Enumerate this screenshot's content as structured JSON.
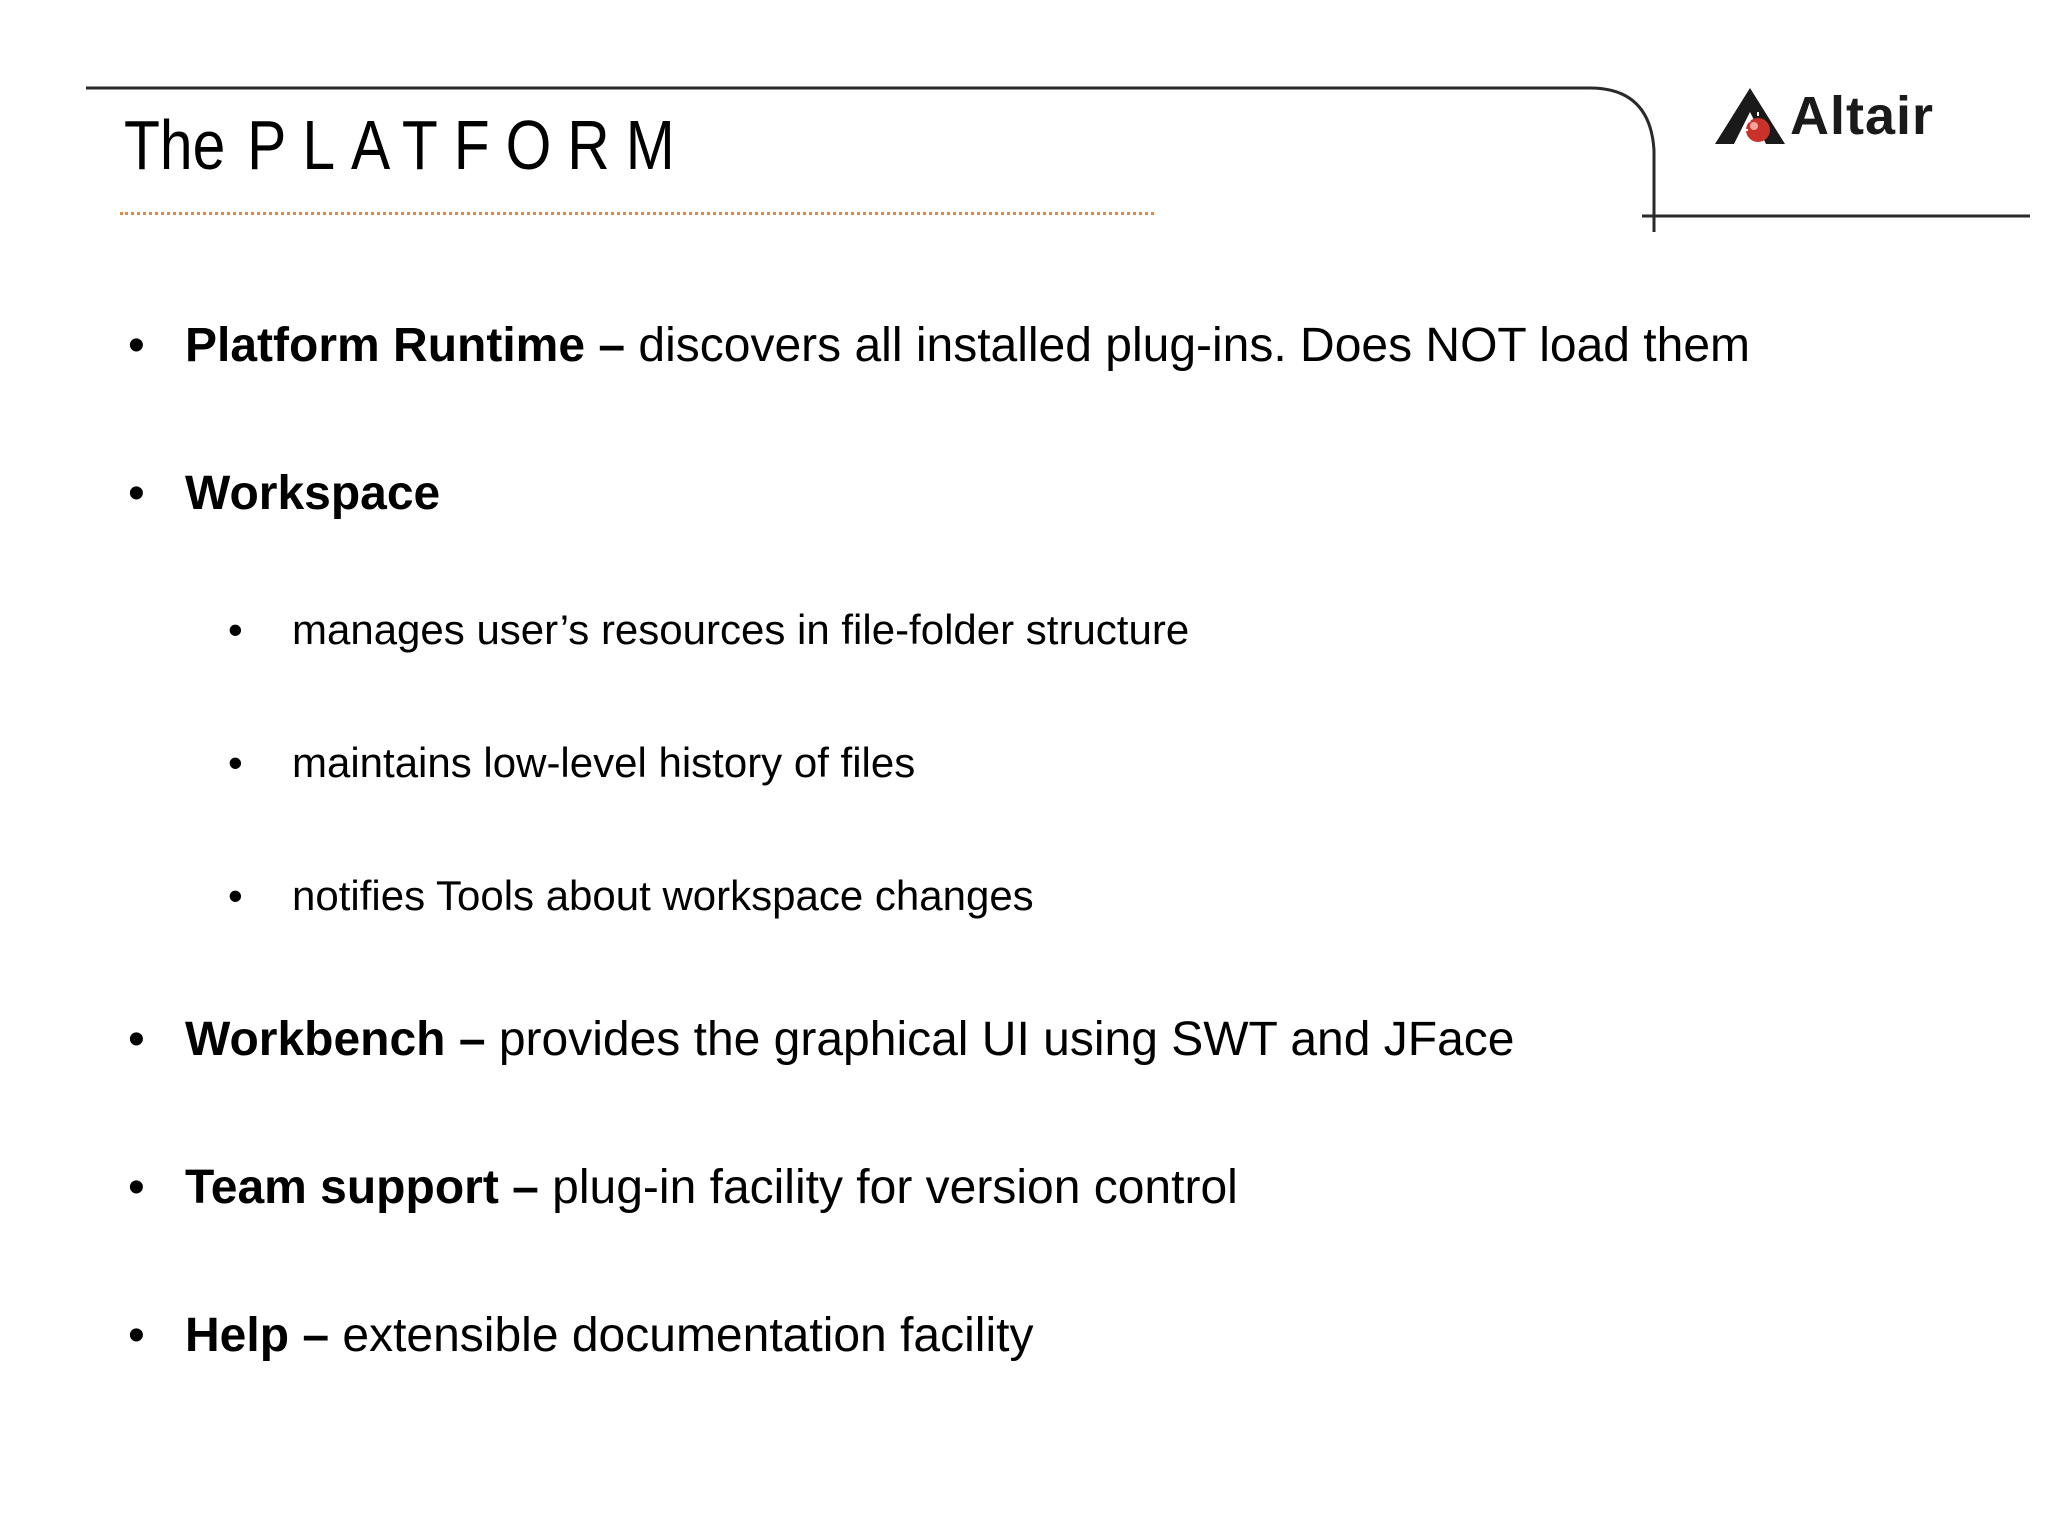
{
  "header": {
    "title_the": "The",
    "title_platform": "PLATFORM",
    "logo_text": "Altair"
  },
  "bullets": [
    {
      "term": "Platform Runtime –",
      "desc": " discovers all installed plug-ins. Does NOT load them"
    },
    {
      "term": "Workspace",
      "desc": ""
    },
    {
      "term": "Workbench –",
      "desc": " provides the graphical UI using SWT and JFace"
    },
    {
      "term": "Team support –",
      "desc": " plug-in facility for version control"
    },
    {
      "term": "Help –",
      "desc": " extensible documentation facility"
    }
  ],
  "workspace_subitems": [
    "manages user’s resources in file-folder structure",
    "maintains low-level history of files",
    "notifies Tools about workspace changes"
  ],
  "bullet_glyph": "•",
  "colors": {
    "underline": "#e8863a",
    "frame_line": "#2a2a2a",
    "logo_red": "#c8322a",
    "text": "#000000"
  }
}
